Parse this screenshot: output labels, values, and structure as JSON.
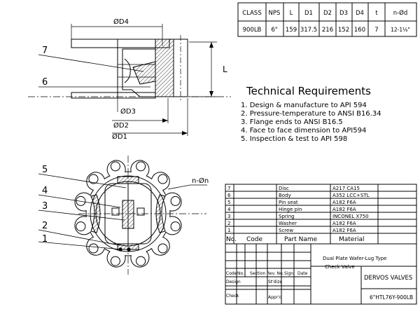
{
  "spec": {
    "headers": [
      "CLASS",
      "NPS",
      "L",
      "D1",
      "D2",
      "D3",
      "D4",
      "t",
      "n-Ød"
    ],
    "values": [
      "900LB",
      "6\"",
      "159",
      "317.5",
      "216",
      "152",
      "160",
      "7",
      "12-1⅛\""
    ]
  },
  "dimensions": {
    "d4": "ØD4",
    "d3": "ØD3",
    "d2": "ØD2",
    "d1": "ØD1",
    "length": "L",
    "bolts": "n-Øn"
  },
  "callouts": {
    "top": [
      "7",
      "6"
    ],
    "bottom": [
      "5",
      "4",
      "3",
      "2",
      "1"
    ]
  },
  "requirements": {
    "title": "Technical Requirements",
    "items": [
      "1. Design & manufacture to API 594",
      "2. Pressure-temperature to ANSI B16.34",
      "3. Flange ends to ANSI B16.5",
      "4. Face to face dimension to API594",
      "5. Inspection & test to API 598"
    ]
  },
  "parts": {
    "rows": [
      {
        "no": "7",
        "name": "Disc",
        "material": "A217  CA15"
      },
      {
        "no": "6",
        "name": "Body",
        "material": "A352  LCC+STL"
      },
      {
        "no": "5",
        "name": "Pin seat",
        "material": "A182  F6A"
      },
      {
        "no": "4",
        "name": "Hinge pin",
        "material": "A182  F6A"
      },
      {
        "no": "3",
        "name": "Spring",
        "material": "INCONEL X750"
      },
      {
        "no": "2",
        "name": "Washer",
        "material": "A182  F6A"
      },
      {
        "no": "1",
        "name": "Screw",
        "material": "A182  F6A"
      }
    ],
    "header": {
      "no": "No.",
      "code": "Code",
      "name": "Part Name",
      "material": "Material"
    }
  },
  "title_block": {
    "title": "Dual Plate Wafer-Lug Type",
    "subtitle": "Check Valve",
    "company": "DERVOS VALVES",
    "drawing_no": "6\"HTL76Y-900LB",
    "cols": [
      "Code",
      "No.",
      "Section",
      "Rev. No.",
      "Sign",
      "Date"
    ],
    "design": "Design",
    "std": "St'dize",
    "check": "Check",
    "appr": "Appr'd"
  },
  "colors": {
    "line": "#000000",
    "bg": "#ffffff",
    "hatch": "#000000"
  }
}
